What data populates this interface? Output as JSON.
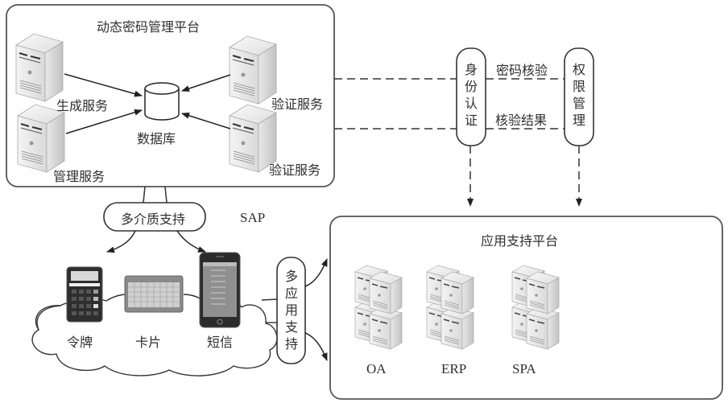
{
  "platform_top": {
    "title": "动态密码管理平台",
    "services": [
      {
        "label": "生成服务"
      },
      {
        "label": "管理服务"
      },
      {
        "label": "验证服务"
      },
      {
        "label": "验证服务"
      }
    ],
    "database_label": "数据库"
  },
  "auth": {
    "identity_auth": "身份认证",
    "permission_mgmt": "权限管理",
    "password_check": "密码核验",
    "check_result": "核验结果"
  },
  "media": {
    "support_label": "多介质支持",
    "sap_label": "SAP",
    "devices": [
      {
        "label": "令牌",
        "icon": "token-calculator-icon"
      },
      {
        "label": "卡片",
        "icon": "card-icon"
      },
      {
        "label": "短信",
        "icon": "smartphone-icon"
      }
    ]
  },
  "multi_app": {
    "label": "多应用支持"
  },
  "app_platform": {
    "title": "应用支持平台",
    "apps": [
      {
        "label": "OA"
      },
      {
        "label": "ERP"
      },
      {
        "label": "SPA"
      }
    ]
  }
}
